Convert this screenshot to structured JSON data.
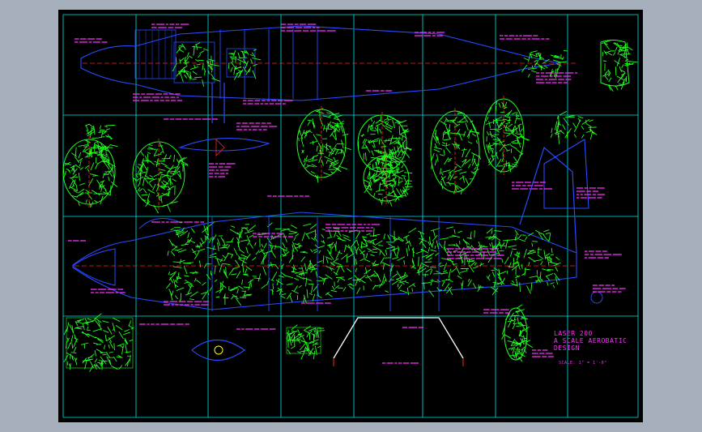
{
  "drawing": {
    "title_lines": [
      "LASER 200",
      "A SCALE AEROBATIC",
      "DESIGN"
    ],
    "scale": "SCALE: 1\" = 1'-0\""
  },
  "colors": {
    "background_frame": "#a6afbc",
    "sheet": "#000000",
    "grid": "#00e5e5",
    "outline": "#2a4bff",
    "wood": "#22ff22",
    "centerline": "#ff2222",
    "annotation": "#ff30ff",
    "leader": "#ffff00",
    "dimension": "#ffffff"
  },
  "icons": {
    "wood-grain": "hatched-wood-texture",
    "cowl": "propeller-spinner-shape"
  }
}
